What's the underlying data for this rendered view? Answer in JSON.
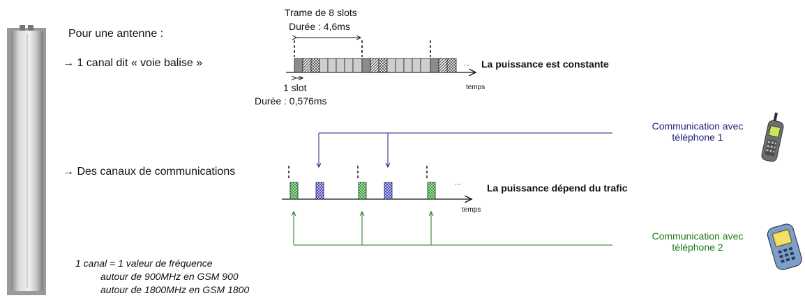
{
  "intro": {
    "title": "Pour une antenne :",
    "beacon_channel": "→ 1 canal dit « voie balise »",
    "comm_channels": "→ Des canaux de communications"
  },
  "frame": {
    "title": "Trame de 8 slots",
    "frame_duration": "Durée : 4,6ms",
    "slot_label": "1 slot",
    "slot_duration": "Durée : 0,576ms",
    "power_constant": "La puissance est constante",
    "time_label": "temps",
    "ellipsis": "..."
  },
  "traffic": {
    "power_variable": "La puissance dépend du trafic",
    "time_label": "temps",
    "ellipsis": "..."
  },
  "phones": {
    "phone1_line1": "Communication avec",
    "phone1_line2": "téléphone 1",
    "phone2_line1": "Communication avec",
    "phone2_line2": "téléphone 2"
  },
  "note": {
    "line1": "1 canal = 1 valeur de fréquence",
    "line2": "autour de 900MHz en GSM 900",
    "line3": "autour de 1800MHz en GSM 1800"
  },
  "colors": {
    "phone1": "#1f1f7a",
    "phone2": "#1a7a1a",
    "beacon_gray": "#8c8c8c",
    "slot_light": "#cfcfcf",
    "slot_green": "#5ab85a",
    "slot_blue": "#7b7bd9"
  }
}
